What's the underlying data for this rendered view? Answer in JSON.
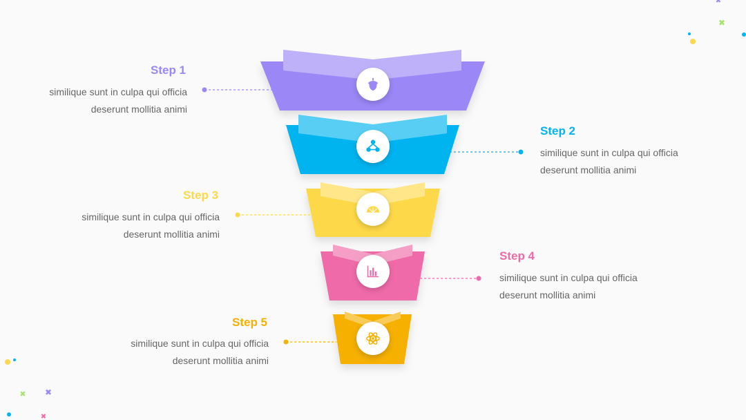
{
  "steps": [
    {
      "title": "Step 1",
      "desc_line1": "similique sunt in culpa qui officia",
      "desc_line2": "deserunt mollitia animi",
      "color": "#9b87f5",
      "icon": "acorn-icon"
    },
    {
      "title": "Step 2",
      "desc_line1": "similique sunt in culpa qui officia",
      "desc_line2": "deserunt mollitia animi",
      "color": "#00b4f0",
      "icon": "network-icon"
    },
    {
      "title": "Step 3",
      "desc_line1": "similique sunt in culpa qui officia",
      "desc_line2": "deserunt mollitia animi",
      "color": "#fdd84a",
      "icon": "lemon-slice-icon"
    },
    {
      "title": "Step 4",
      "desc_line1": "similique sunt in culpa qui officia",
      "desc_line2": "deserunt mollitia animi",
      "color": "#ef6aa8",
      "icon": "bar-chart-icon"
    },
    {
      "title": "Step 5",
      "desc_line1": "similique sunt in culpa qui officia",
      "desc_line2": "deserunt mollitia animi",
      "color": "#f5b000",
      "icon": "atom-icon"
    }
  ]
}
